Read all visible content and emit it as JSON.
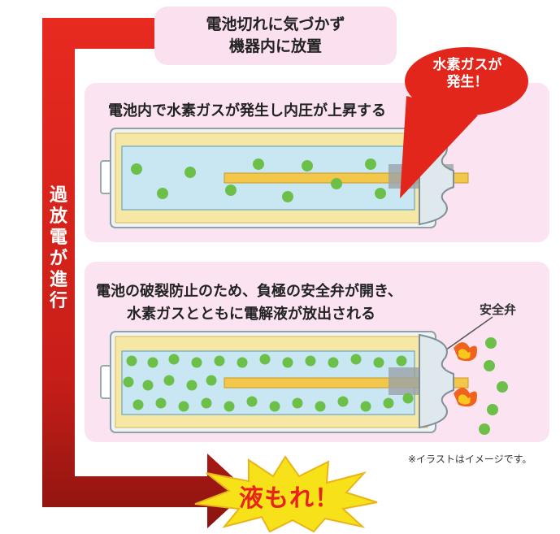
{
  "top_box": {
    "line1": "電池切れに気づかず",
    "line2": "機器内に放置"
  },
  "progress_label": [
    "過",
    "放",
    "電",
    "が",
    "進",
    "行"
  ],
  "panel1": {
    "title": "電池内で水素ガスが発生し内圧が上昇する"
  },
  "callout": {
    "line1": "水素ガスが",
    "line2": "発生！"
  },
  "panel2": {
    "title_line1": "電池の破裂防止のため、負極の安全弁が開き、",
    "title_line2": "水素ガスとともに電解液が放出される"
  },
  "valve_label": "安全弁",
  "note": "※イラストはイメージです。",
  "burst_text": "液もれ！",
  "colors": {
    "arrow_red": "#d8231c",
    "arrow_dark": "#8a1410",
    "panel_pink": "#fbe3f1",
    "electrolyte": "#c9e7f2",
    "dots": "#6cc04a",
    "battery_yellow": "#f7e7a4",
    "burst": "#f7e21a"
  }
}
